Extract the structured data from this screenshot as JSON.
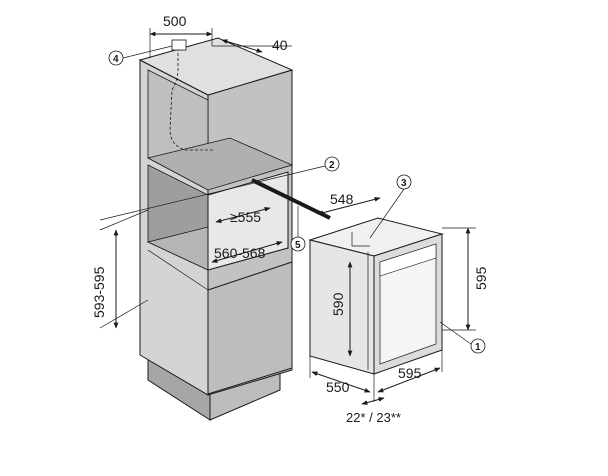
{
  "dimensions": {
    "cabinet_width": "500",
    "cabinet_clearance": "40",
    "niche_depth_min": "≥555",
    "niche_width": "560-568",
    "niche_height": "593-595",
    "oven_depth": "548",
    "oven_front_height": "595",
    "oven_inner_height": "590",
    "oven_side_depth": "550",
    "oven_front_width": "595",
    "front_offset": "22* / 23**"
  },
  "callouts": [
    "1",
    "2",
    "3",
    "4",
    "5"
  ],
  "colors": {
    "line": "#1a1a1a",
    "cabinet_fill_light": "#d9d9d9",
    "cabinet_fill_mid": "#bdbdbd",
    "cabinet_fill_dark": "#a6a6a6",
    "appliance_fill": "#e6e6e6"
  }
}
